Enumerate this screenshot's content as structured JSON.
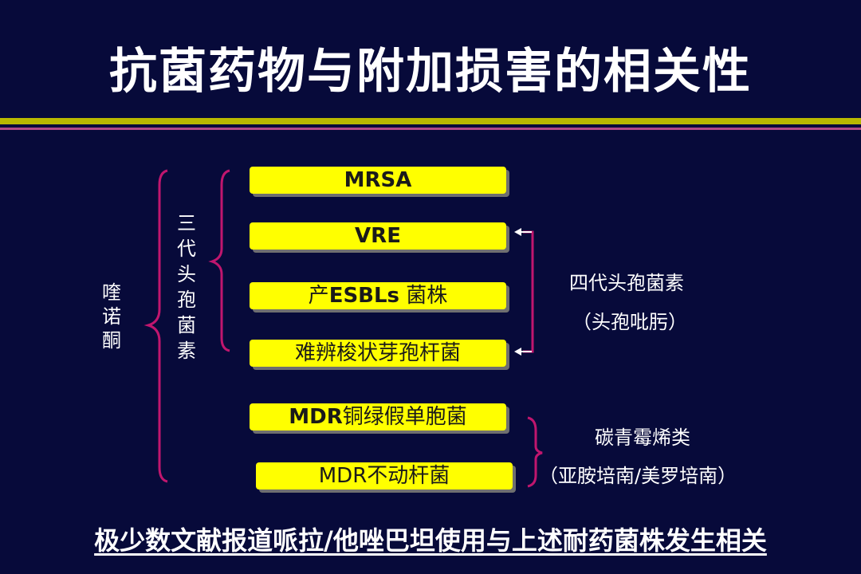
{
  "title": "抗菌药物与附加损害的相关性",
  "left_group_label": "喹诺酮",
  "inner_group_label": "三代头孢菌素",
  "boxes": {
    "mrsa": "MRSA",
    "vre": "VRE",
    "esbl_prefix": "产",
    "esbl_bold": "ESBLs",
    "esbl_suffix": " 菌株",
    "cdiff": "难辨梭状芽孢杆菌",
    "pseudo_prefix": "MDR",
    "pseudo_suffix": "铜绿假单胞菌",
    "acineto": "MDR不动杆菌"
  },
  "right_labels": {
    "fourth_gen": "四代头孢菌素",
    "fourth_gen_sub": "（头孢吡肟）",
    "carbapenem": "碳青霉烯类",
    "carbapenem_sub": "（亚胺培南/美罗培南）"
  },
  "footer": "极少数文献报道哌拉/他唑巴坦使用与上述耐药菌株发生相关",
  "colors": {
    "background": "#070a3a",
    "box_fill": "#ffff00",
    "bracket": "#c0166e",
    "rule_yellow": "#b8b800",
    "rule_pink": "#b04a86"
  }
}
